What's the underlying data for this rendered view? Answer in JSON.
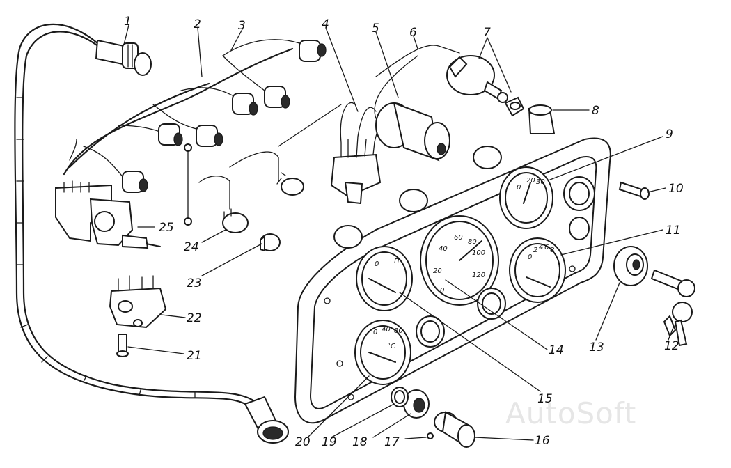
{
  "watermark": "AutoSoft",
  "callouts": [
    "1",
    "2",
    "3",
    "4",
    "5",
    "6",
    "7",
    "8",
    "9",
    "10",
    "11",
    "12",
    "13",
    "14",
    "15",
    "16",
    "17",
    "18",
    "19",
    "20",
    "21",
    "22",
    "23",
    "24",
    "25"
  ],
  "dials": {
    "speedometer_ticks": [
      "0",
      "20",
      "40",
      "60",
      "80",
      "100",
      "120"
    ],
    "fuel_ticks": [
      "0",
      "П"
    ],
    "temp_ticks": [
      "0",
      "40",
      "80",
      "°C"
    ],
    "pressure_ticks": [
      "0",
      "2",
      "4",
      "6",
      "8"
    ],
    "ammeter_ticks": [
      "0",
      "20",
      "30"
    ]
  }
}
